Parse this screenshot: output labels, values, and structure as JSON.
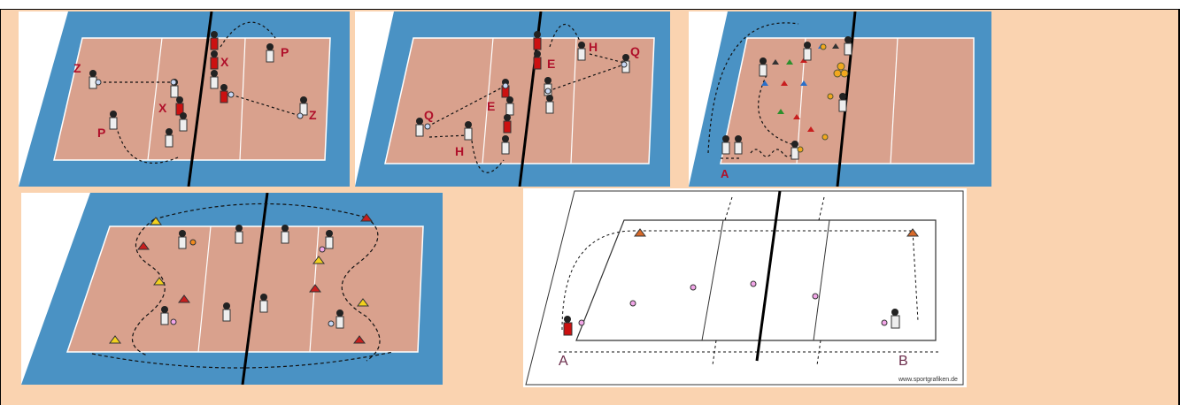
{
  "page": {
    "background": "#FAD3B0",
    "court_blue": "#4A92C4",
    "court_floor": "#D9A18D",
    "label_color": "#B0102A"
  },
  "diagrams": [
    {
      "labels": [
        "Z",
        "X",
        "P",
        "X",
        "P",
        "Z"
      ]
    },
    {
      "labels": [
        "H",
        "Q",
        "E",
        "E",
        "Q",
        "H"
      ]
    },
    {
      "labels": [
        "A"
      ]
    },
    {
      "labels": []
    },
    {
      "labels": [
        "A",
        "B"
      ],
      "credit": "www.sportgrafiken.de"
    }
  ],
  "icons": {
    "player": "volleyball-player-icon",
    "ball": "ball-icon",
    "cone": "cone-icon"
  }
}
